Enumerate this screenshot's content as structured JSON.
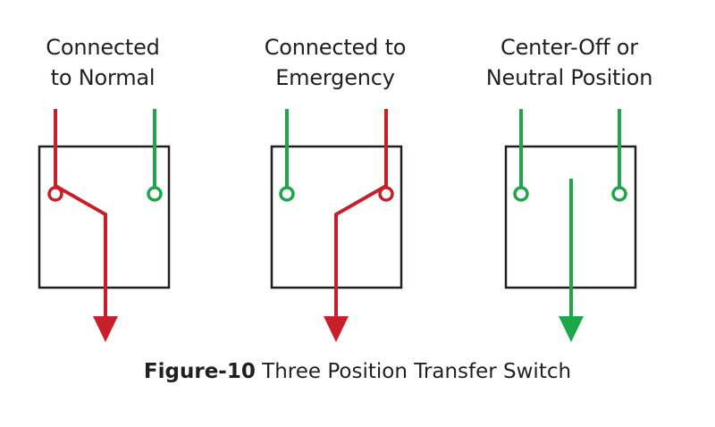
{
  "colors": {
    "normal": "#c7202b",
    "emergency": "#1fa64a",
    "box": "#231f20"
  },
  "panels": [
    {
      "label_line1": "Connected",
      "label_line2": "to Normal",
      "state": "normal"
    },
    {
      "label_line1": "Connected to",
      "label_line2": "Emergency",
      "state": "emergency"
    },
    {
      "label_line1": "Center-Off or",
      "label_line2": "Neutral Position",
      "state": "neutral"
    }
  ],
  "caption": {
    "figure": "Figure-10",
    "title": " Three Position Transfer Switch"
  }
}
